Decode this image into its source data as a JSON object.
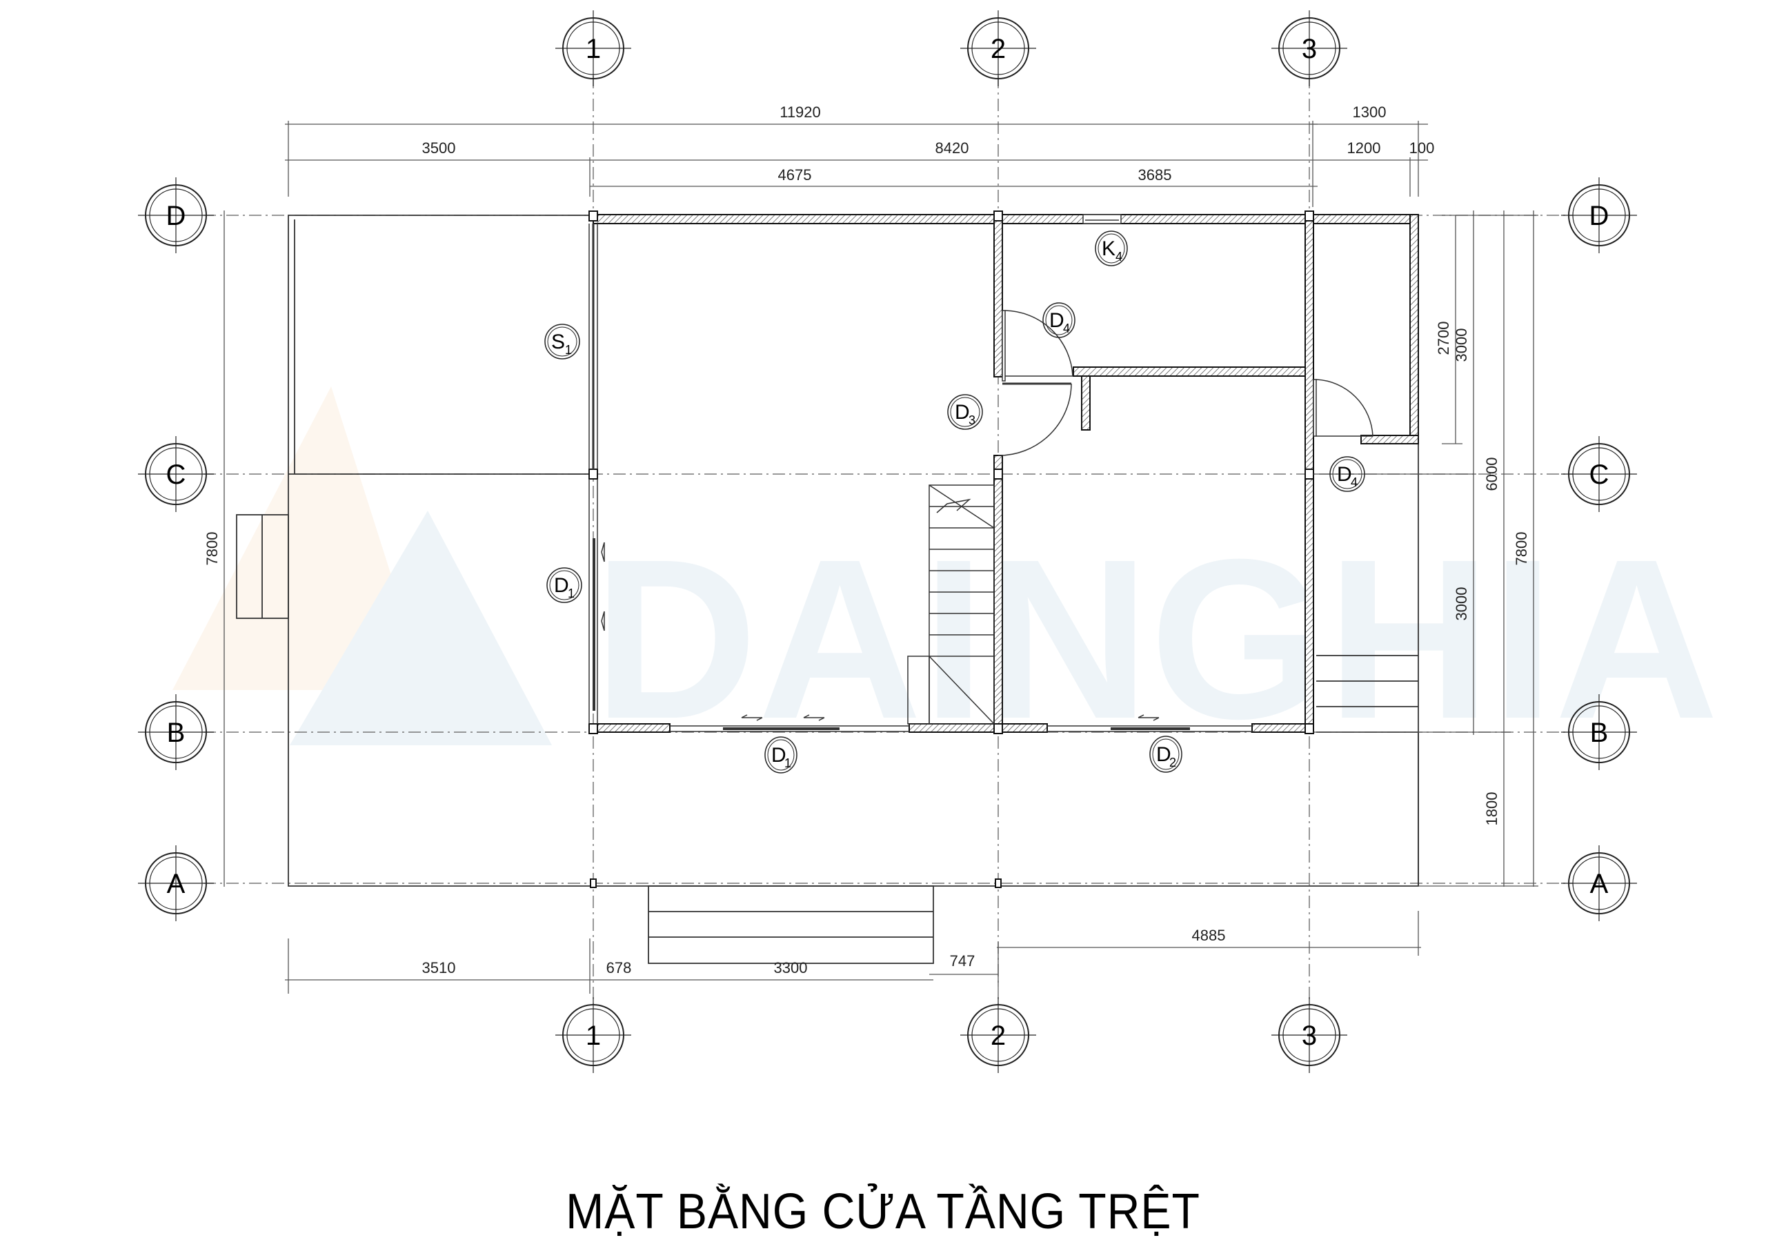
{
  "drawing": {
    "title": "MẶT BẰNG  CỬA TẦNG TRỆT",
    "watermark": "DAINGHIA",
    "colors": {
      "line": "#222222",
      "grid": "#666666",
      "hatch": "#444444",
      "watermark_blue": "#eef4f8",
      "watermark_orange": "#fdf6ee"
    }
  },
  "grid_axes": {
    "columns": [
      "1",
      "2",
      "3"
    ],
    "rows": [
      "D",
      "C",
      "B",
      "A"
    ]
  },
  "dimensions": {
    "top": {
      "overall_main": "11920",
      "overall_right": "1300",
      "left_bay": "3500",
      "core": "8420",
      "right_1200": "1200",
      "right_100": "100",
      "bay_1_2": "4675",
      "bay_2_3": "3685"
    },
    "right": {
      "d_2700": "2700",
      "d_3000_top": "3000",
      "d_6000": "6000",
      "d_3000_bottom": "3000",
      "d_1800": "1800",
      "overall_7800": "7800"
    },
    "left": {
      "overall_7800": "7800"
    },
    "bottom": {
      "d_3510": "3510",
      "d_678": "678",
      "d_3300": "3300",
      "d_747": "747",
      "d_4885": "4885"
    }
  },
  "tags": [
    {
      "id": "K4",
      "main": "K",
      "sub": "4"
    },
    {
      "id": "D4-upper",
      "main": "D",
      "sub": "4"
    },
    {
      "id": "S1",
      "main": "S",
      "sub": "1"
    },
    {
      "id": "D3",
      "main": "D",
      "sub": "3"
    },
    {
      "id": "D4-right",
      "main": "D",
      "sub": "4"
    },
    {
      "id": "D1-left",
      "main": "D",
      "sub": "1"
    },
    {
      "id": "D1-bottom",
      "main": "D",
      "sub": "1"
    },
    {
      "id": "D2",
      "main": "D",
      "sub": "2"
    }
  ]
}
